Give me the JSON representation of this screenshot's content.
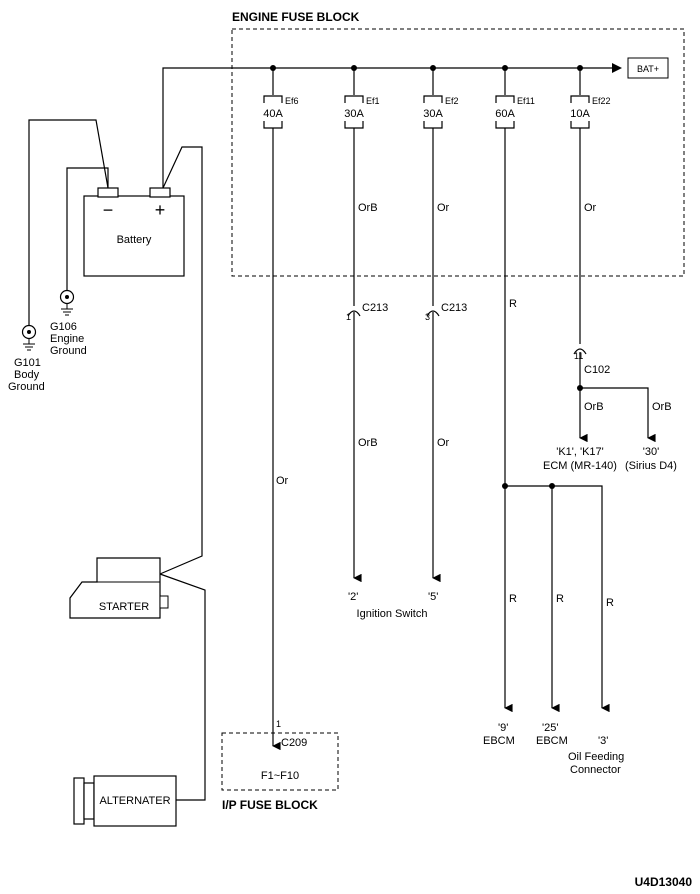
{
  "engine_fuse_block_title": "ENGINE FUSE BLOCK",
  "ip_fuse_block_title": "I/P FUSE BLOCK",
  "bat_label": "BAT+",
  "fuses": [
    {
      "id": "Ef6",
      "rating": "40A"
    },
    {
      "id": "Ef1",
      "rating": "30A"
    },
    {
      "id": "Ef2",
      "rating": "30A"
    },
    {
      "id": "Ef11",
      "rating": "60A"
    },
    {
      "id": "Ef22",
      "rating": "10A"
    }
  ],
  "battery": {
    "label": "Battery",
    "minus": "−",
    "plus": "+"
  },
  "grounds": {
    "g106": {
      "line1": "G106",
      "line2": "Engine",
      "line3": "Ground"
    },
    "g101": {
      "line1": "G101",
      "line2": "Body",
      "line3": "Ground"
    }
  },
  "starter_label": "STARTER",
  "alternator_label": "ALTERNATER",
  "wires": {
    "ef6": "Or",
    "ef1_upper": "OrB",
    "ef1_lower": "OrB",
    "ef2_upper": "Or",
    "ef2_lower": "Or",
    "ef11": "R",
    "ef11_b1": "R",
    "ef11_b2": "R",
    "ef11_b3": "R",
    "ef22": "Or",
    "c102_b1": "OrB",
    "c102_b2": "OrB"
  },
  "connectors": {
    "c213_a": {
      "pin": "1",
      "name": "C213"
    },
    "c213_b": {
      "pin": "3",
      "name": "C213"
    },
    "c102": {
      "pin": "11",
      "name": "C102"
    },
    "c209": {
      "pin": "1",
      "name": "C209"
    }
  },
  "terminals": {
    "ign_2": "'2'",
    "ign_5": "'5'",
    "ignition_switch": "Ignition Switch",
    "ecm_pins": "'K1', 'K17'",
    "ecm_name": "ECM (MR-140)",
    "sirius_pin": "'30'",
    "sirius_name": "(Sirius D4)",
    "ebcm9_pin": "'9'",
    "ebcm9_name": "EBCM",
    "ebcm25_pin": "'25'",
    "ebcm25_name": "EBCM",
    "oil_pin": "'3'",
    "oil_line1": "Oil Feeding",
    "oil_line2": "Connector",
    "fuses_f1_f10": "F1~F10"
  },
  "diagram_code": "U4D13040"
}
